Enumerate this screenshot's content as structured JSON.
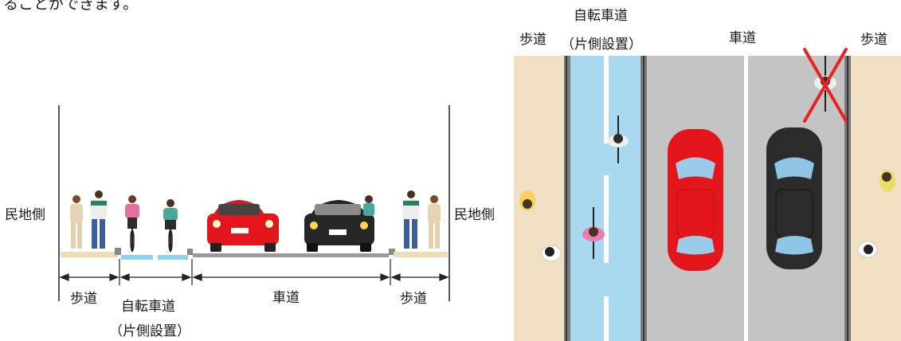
{
  "intro_fragment": "ることができます。",
  "section_view": {
    "left_side_label": "民地側",
    "right_side_label": "民地側",
    "dimensions": {
      "left_sidewalk": "歩道",
      "bikeway_line1": "自転車道",
      "bikeway_line2": "（片側設置）",
      "roadway": "車道",
      "right_sidewalk": "歩道"
    }
  },
  "plan_view": {
    "left_sidewalk": "歩道",
    "bikeway_line1": "自転車道",
    "bikeway_line2": "（片側設置）",
    "roadway": "車道",
    "right_sidewalk": "歩道"
  },
  "colors": {
    "sidewalk": "#f1e1c2",
    "bikeway": "#a9d8f1",
    "roadway": "#c4c4c4",
    "red_car": "#e3171b",
    "black_car": "#2b2b2b",
    "prohibited_mark": "#e52421"
  }
}
